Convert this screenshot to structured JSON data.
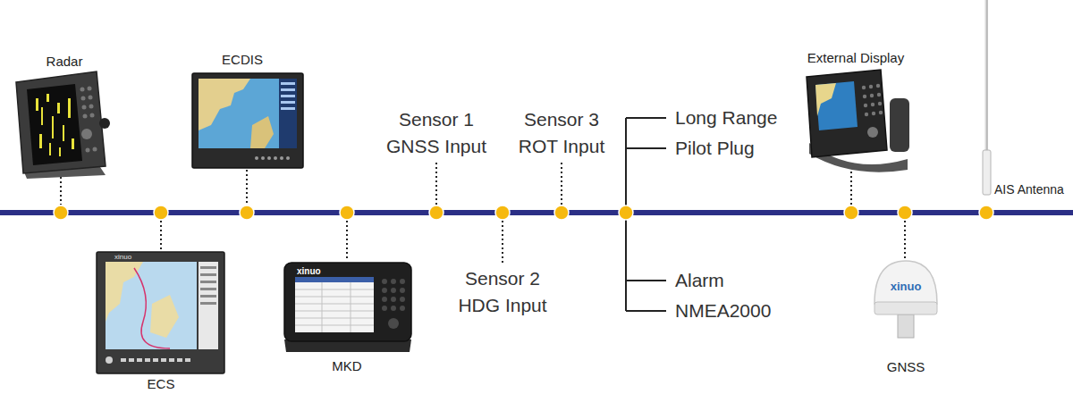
{
  "diagram": {
    "nodes": [
      {
        "text": [
          "Radar"
        ]
      },
      {
        "text": [
          "ECS"
        ]
      },
      {
        "text": [
          "ECDIS"
        ]
      },
      {
        "text": [
          "MKD"
        ]
      },
      {
        "text": [
          "External Display"
        ]
      },
      {
        "text": [
          "GNSS"
        ]
      },
      {
        "text": [
          "AIS Antenna"
        ]
      }
    ],
    "labels": [
      "Sensor 1",
      "GNSS Input",
      "Sensor 2",
      "HDG Input",
      "Sensor 3",
      "ROT Input",
      "Long Range",
      "Pilot Plug",
      "Alarm",
      "NMEA2000",
      "xinuo",
      "xinuo",
      "xinuo"
    ]
  }
}
